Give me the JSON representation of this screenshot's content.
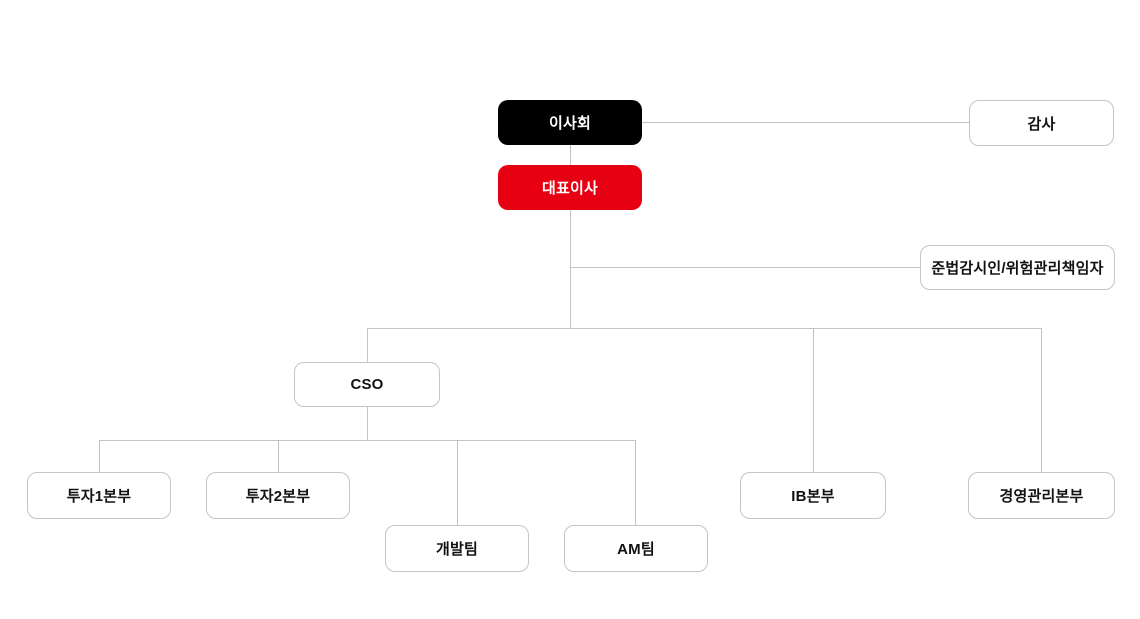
{
  "nodes": {
    "board": {
      "label": "이사회",
      "level": 1
    },
    "auditor": {
      "label": "감사",
      "level": 1
    },
    "ceo": {
      "label": "대표이사",
      "level": 2
    },
    "compliance": {
      "label": "준법감시인/위험관리책임자",
      "level": 3
    },
    "cso": {
      "label": "CSO",
      "level": 4
    },
    "invest1": {
      "label": "투자1본부",
      "level": 5
    },
    "invest2": {
      "label": "투자2본부",
      "level": 5
    },
    "dev": {
      "label": "개발팀",
      "level": 5
    },
    "am": {
      "label": "AM팀",
      "level": 5
    },
    "ib": {
      "label": "IB본부",
      "level": 5
    },
    "mgmt": {
      "label": "경영관리본부",
      "level": 5
    }
  },
  "edges": [
    {
      "from": "board",
      "to": "auditor"
    },
    {
      "from": "board",
      "to": "ceo"
    },
    {
      "from": "ceo",
      "to": "compliance"
    },
    {
      "from": "ceo",
      "to": "cso"
    },
    {
      "from": "ceo",
      "to": "ib"
    },
    {
      "from": "ceo",
      "to": "mgmt"
    },
    {
      "from": "cso",
      "to": "invest1"
    },
    {
      "from": "cso",
      "to": "invest2"
    },
    {
      "from": "cso",
      "to": "dev"
    },
    {
      "from": "cso",
      "to": "am"
    }
  ],
  "colors": {
    "board_bg": "#000000",
    "ceo_bg": "#e60012",
    "box_border": "#c5c5c5",
    "line": "#c3c3c3"
  }
}
